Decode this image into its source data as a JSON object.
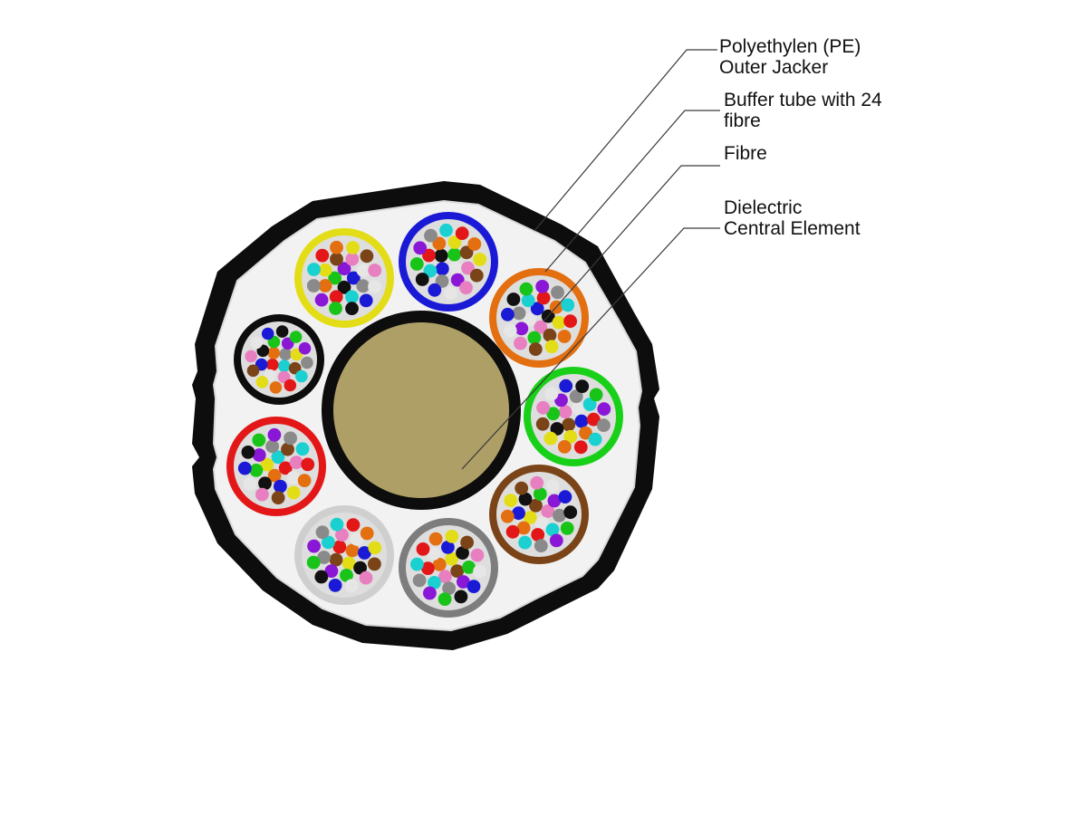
{
  "labels": {
    "jacket": {
      "line1": "Polyethylen (PE)",
      "line2": "Outer Jacker"
    },
    "buffer_tube": {
      "line1": "Buffer tube with 24",
      "line2": "fibre"
    },
    "fibre": {
      "line1": "Fibre"
    },
    "central_element": {
      "line1": "Dielectric",
      "line2": "Central Element"
    }
  },
  "colors": {
    "jacket": "#0d0d0d",
    "filler": "#f2f2f2",
    "central_element": "#ad9f66",
    "central_ring": "#0d0d0d",
    "fibre_palette": [
      "#1a1ad6",
      "#e36f10",
      "#19c419",
      "#7a4418",
      "#8a8a8a",
      "#e6e6e6",
      "#e31717",
      "#111111",
      "#e3dd17",
      "#8a17d6",
      "#e87fc0",
      "#1ad0d0"
    ]
  },
  "buffer_tubes": [
    {
      "name": "tube-yellow",
      "color": "#e3dd17"
    },
    {
      "name": "tube-blue",
      "color": "#1a1ad6"
    },
    {
      "name": "tube-orange",
      "color": "#e36f10"
    },
    {
      "name": "tube-green",
      "color": "#19d019"
    },
    {
      "name": "tube-brown",
      "color": "#7a4418"
    },
    {
      "name": "tube-grey",
      "color": "#7d7d7d"
    },
    {
      "name": "tube-white",
      "color": "#cfcfcf"
    },
    {
      "name": "tube-red",
      "color": "#e31717"
    },
    {
      "name": "tube-black",
      "color": "#0d0d0d"
    }
  ],
  "fibres_per_tube": 24
}
